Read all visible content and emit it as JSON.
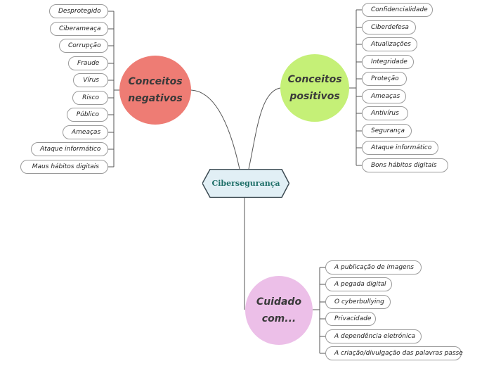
{
  "central": {
    "label": "Cibersegurança",
    "fill": "#e1eff5",
    "stroke": "#3c4a52",
    "text_color": "#1d6e67"
  },
  "negative": {
    "line1": "Conceitos",
    "line2": "negativos",
    "color": "#ee7c74",
    "items": [
      "Desprotegido",
      "Ciberameaça",
      "Corrupção",
      "Fraude",
      "Vírus",
      "Risco",
      "Público",
      "Ameaças",
      "Ataque informático",
      "Maus hábitos digitais"
    ]
  },
  "positive": {
    "line1": "Conceitos",
    "line2": "positivos",
    "color": "#c5f077",
    "items": [
      "Confidencialidade",
      "Ciberdefesa",
      "Atualizações",
      "Integridade",
      "Proteção",
      "Ameaças",
      "Antivírus",
      "Segurança",
      "Ataque informático",
      "Bons hábitos digitais"
    ]
  },
  "care": {
    "line1": "Cuidado",
    "line2": "com...",
    "color": "#ecbfe8",
    "items": [
      "A publicação de imagens",
      "A pegada digital",
      "O cyberbullying",
      "Privacidade",
      "A dependência eletrónica",
      "A criação/divulgação das palavras passe"
    ]
  }
}
